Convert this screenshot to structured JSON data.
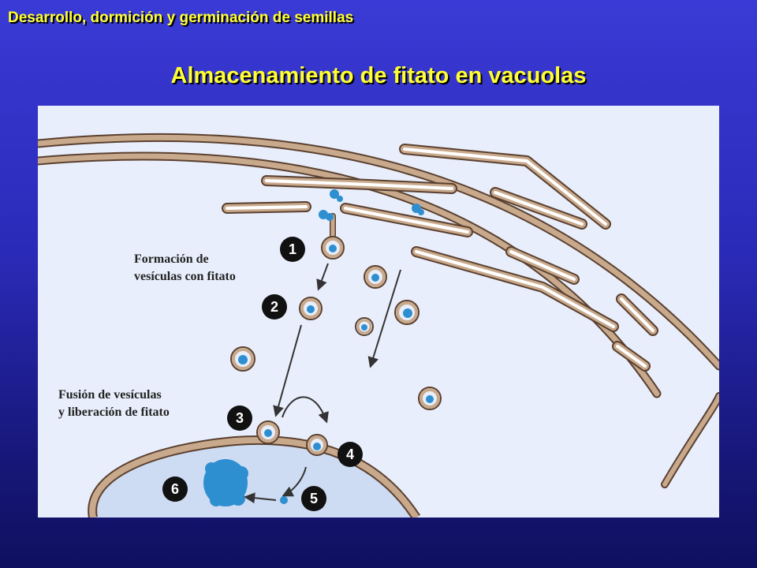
{
  "header": {
    "title": "Desarrollo, dormición y germinación de semillas"
  },
  "slide": {
    "title": "Almacenamiento de fitato en vacuolas"
  },
  "diagram": {
    "labels": {
      "formation": {
        "line1": "Formación de",
        "line2": "vesículas con fitato"
      },
      "fusion": {
        "line1": "Fusión de vesículas",
        "line2": "y liberación de fitato"
      }
    },
    "steps": [
      "1",
      "2",
      "3",
      "4",
      "5",
      "6"
    ],
    "colors": {
      "membrane": "#c8a98c",
      "membrane_outline": "#5a4030",
      "phytate": "#2e8fd0",
      "vacuole": "#cddcf2",
      "background": "#e8eefb",
      "title_text": "#ffff33"
    }
  }
}
